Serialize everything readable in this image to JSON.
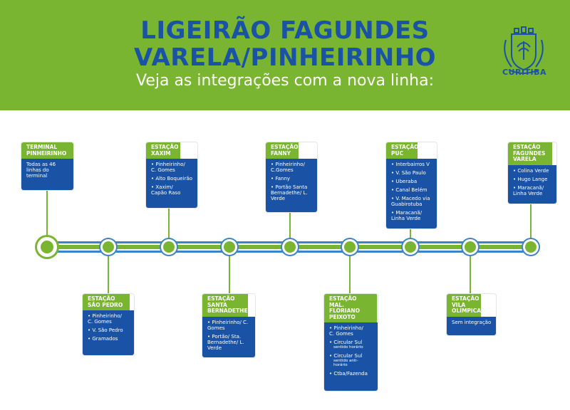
{
  "header": {
    "title_line1": "LIGEIRÃO FAGUNDES",
    "title_line2": "VARELA/PINHEIRINHO",
    "subtitle": "Veja as integrações com a nova linha:",
    "city": "CURITIBA"
  },
  "colors": {
    "green": "#79b530",
    "blue": "#1a53a6",
    "line_blue": "#3c84c6"
  },
  "stations": [
    {
      "name": "TERMINAL PINHEIRINHO",
      "items": [
        "Todas as 46 linhas do terminal"
      ]
    },
    {
      "name": "ESTAÇÃO SÃO PEDRO",
      "items": [
        "Pinheirinho/ C. Gomes",
        "V. São Pedro",
        "Gramados"
      ]
    },
    {
      "name": "ESTAÇÃO XAXIM",
      "items": [
        "Pinheirinho/ C. Gomes",
        "Alto Boqueirão",
        "Xaxim/ Capão Raso"
      ]
    },
    {
      "name": "ESTAÇÃO SANTA BERNADETHE",
      "items": [
        "Pinheirinho/ C. Gomes",
        "Portão/ Sta. Bernadethe/ L. Verde"
      ]
    },
    {
      "name": "ESTAÇÃO FANNY",
      "items": [
        "Pinheirinho/ C.Gomes",
        "Fanny",
        "Portão Santa Bernadethe/ L. Verde"
      ]
    },
    {
      "name": "ESTAÇÃO MAL. FLORIANO PEIXOTO",
      "items": [
        {
          "main": "Pinheirinho/ C. Gomes",
          "note": ""
        },
        {
          "main": "Circular Sul",
          "note": "sentido horário"
        },
        {
          "main": "Circular Sul",
          "note": "sentido anti-horário"
        },
        {
          "main": "Ctba/Fazenda",
          "note": ""
        }
      ]
    },
    {
      "name": "ESTAÇÃO PUC",
      "items": [
        "Interbairros V",
        "V. São Paulo",
        "Uberaba",
        "Canal Belém",
        "V. Macedo via Guabirotuba",
        "Maracanã/ Linha Verde"
      ]
    },
    {
      "name": "ESTAÇÃO VILA OLÍMPICA",
      "items": [
        "Sem integração"
      ]
    },
    {
      "name": "ESTAÇÃO FAGUNDES VARELA",
      "items": [
        "Colina Verde",
        "Hugo Lange",
        "Maracanã/ Linha Verde"
      ]
    }
  ]
}
